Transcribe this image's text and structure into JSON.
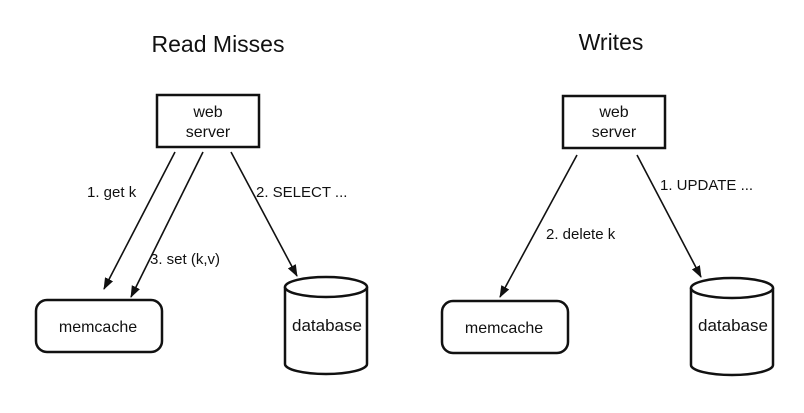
{
  "left": {
    "title": "Read Misses",
    "web_server": [
      "web",
      "server"
    ],
    "cache": "memcache",
    "db": "database",
    "edges": {
      "get": "1. get k",
      "select": "2. SELECT ...",
      "set": "3. set (k,v)"
    }
  },
  "right": {
    "title": "Writes",
    "web_server": [
      "web",
      "server"
    ],
    "cache": "memcache",
    "db": "database",
    "edges": {
      "update": "1. UPDATE ...",
      "delete": "2. delete k"
    }
  }
}
